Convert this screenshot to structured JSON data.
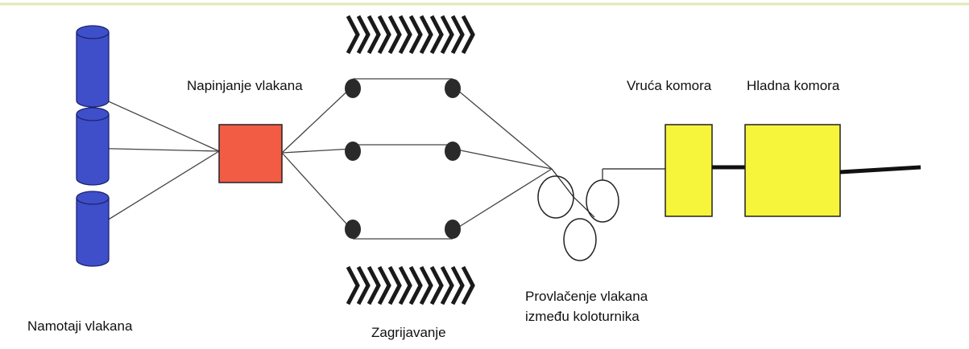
{
  "labels": {
    "spools": "Namotaji vlakana",
    "tension": "Napinjanje vlakana",
    "heating": "Zagrijavanje",
    "rollers_line1": "Provlačenje vlakana",
    "rollers_line2": "između koloturnika",
    "hot_chamber": "Vruća komora",
    "cold_chamber": "Hladna komora"
  },
  "colors": {
    "spool_fill": "#3f4fc9",
    "tension_box": "#f25c45",
    "chamber_fill": "#f6f43b",
    "roller_dot": "#2a2a2a",
    "top_border": "#dfe9b4"
  }
}
